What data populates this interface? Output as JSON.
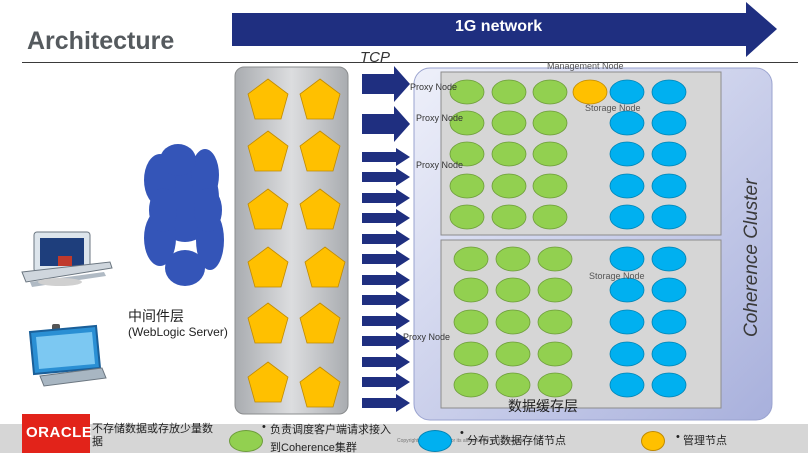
{
  "slide": {
    "title": "Architecture",
    "network_label": "1G network",
    "tcp_label": "TCP"
  },
  "middle_tier": {
    "label_cn": "中间件层",
    "label_en": "(WebLogic Server)"
  },
  "cluster": {
    "title": "Coherence Cluster",
    "management_node": "Management Node",
    "storage_node_top": "Storage Node",
    "storage_node_bottom": "Storage Node",
    "proxy_nodes": [
      "Proxy Node",
      "Proxy Node",
      "Proxy Node",
      "Proxy Node"
    ],
    "cache_label": "数据缓存层"
  },
  "legend": {
    "item1": "不存储数据或存放少量数据",
    "item2_line1": "负责调度客户端请求接入",
    "item2_line2": "到Coherence集群",
    "item3": "分布式数据存储节点",
    "item4": "管理节点"
  },
  "footer": {
    "logo_text": "ORACLE",
    "copyright": "Copyright © Oracle and/or its affiliates. All rights reserved."
  },
  "colors": {
    "network_arrow": "#1f2f80",
    "proxy_node": "#92d050",
    "storage_node": "#00b0f0",
    "management_node": "#ffc000",
    "pentagon": "#ffc000",
    "cloud": "#3455b8",
    "oracle_red": "#e2231a"
  }
}
